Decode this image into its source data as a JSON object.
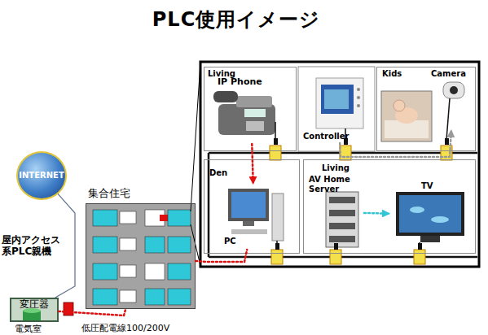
{
  "diagram": {
    "title": "PLC使用イメージ",
    "nodes": [
      {
        "text": [
          "INTERNET"
        ]
      },
      {
        "text": [
          "集合住宅"
        ]
      },
      {
        "text": [
          "変圧器",
          "電気室"
        ]
      },
      {
        "text": [
          "Living"
        ]
      },
      {
        "text": [
          "IP Phone"
        ],
        "in": 3
      },
      {
        "text": [
          "Controller"
        ]
      },
      {
        "text": [
          "Kids"
        ]
      },
      {
        "text": [
          "Camera"
        ],
        "in": 6
      },
      {
        "text": [
          "Den"
        ]
      },
      {
        "text": [
          "PC"
        ],
        "in": 8
      },
      {
        "text": [
          "Living"
        ]
      },
      {
        "text": [
          "AV Home Server"
        ],
        "in": 10
      },
      {
        "text": [
          "TV"
        ],
        "in": 10
      }
    ],
    "edges": [
      {
        "from": 0,
        "to": 2,
        "arrow": "none"
      },
      {
        "from": 2,
        "to": 1,
        "arrow": "none"
      },
      {
        "from": 1,
        "to": 9,
        "arrow": "none"
      },
      {
        "from": 4,
        "to": 9,
        "arrow": "to"
      },
      {
        "from": 5,
        "to": 7,
        "arrow": "to"
      },
      {
        "from": 11,
        "to": 12,
        "arrow": "to"
      }
    ],
    "labels": [
      "屋内アクセス系PLC親機",
      "低圧配電線100/200V"
    ]
  }
}
